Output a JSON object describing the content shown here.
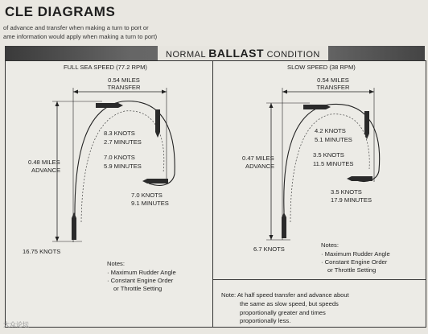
{
  "header": {
    "title": "CLE DIAGRAMS",
    "line1": "of advance and transfer when making a turn to port or",
    "line2": "ame information would apply when making a turn to port)"
  },
  "banner": {
    "prefix": "NORMAL",
    "emphasis": "BALLAST",
    "suffix": "CONDITION"
  },
  "left": {
    "speed_label": "FULL SEA SPEED (77.2 RPM)",
    "transfer_line1": "0.54 MILES",
    "transfer_line2": "TRANSFER",
    "advance_line1": "0.48 MILES",
    "advance_line2": "ADVANCE",
    "p1_speed": "8.3 KNOTS",
    "p1_time": "2.7 MINUTES",
    "p2_speed": "7.0 KNOTS",
    "p2_time": "5.9 MINUTES",
    "p3_speed": "7.0 KNOTS",
    "p3_time": "9.1 MINUTES",
    "start_speed": "16.75 KNOTS",
    "notes_title": "Notes:",
    "note1": "· Maximum Rudder Angle",
    "note2": "· Constant Engine Order",
    "note2b": "or Throttle Setting"
  },
  "right": {
    "speed_label": "SLOW SPEED (38 RPM)",
    "transfer_line1": "0.54 MILES",
    "transfer_line2": "TRANSFER",
    "advance_line1": "0.47 MILES",
    "advance_line2": "ADVANCE",
    "p1_speed": "4.2 KNOTS",
    "p1_time": "5.1 MINUTES",
    "p2_speed": "3.5 KNOTS",
    "p2_time": "11.5 MINUTES",
    "p3_speed": "3.5 KNOTS",
    "p3_time": "17.9 MINUTES",
    "start_speed": "6.7 KNOTS",
    "notes_title": "Notes:",
    "note1": "· Maximum Rudder Angle",
    "note2": "· Constant Engine Order",
    "note2b": "or Throttle Setting"
  },
  "footnote": {
    "line1": "Note: At half speed transfer and advance about",
    "line2": "the same as slow speed, but speeds",
    "line3": "proportionally greater and times",
    "line4": "proportionally less."
  },
  "watermark": "大众论坛"
}
